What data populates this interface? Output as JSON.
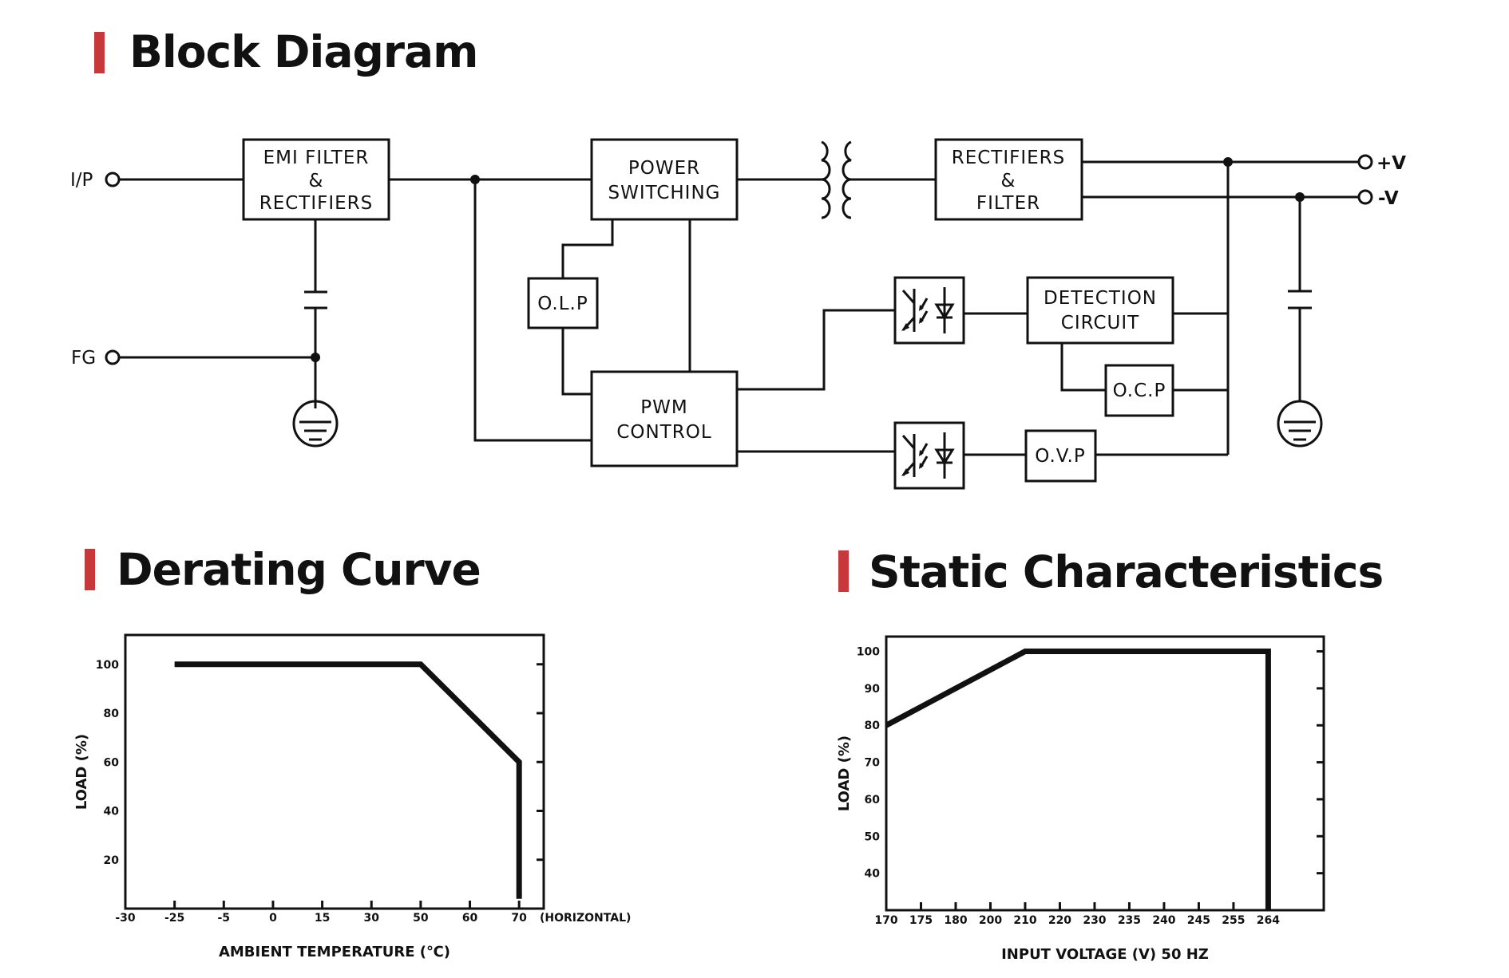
{
  "sections": {
    "block_diagram": {
      "title": "Block Diagram"
    },
    "derating": {
      "title": "Derating Curve"
    },
    "static": {
      "title": "Static Characteristics"
    }
  },
  "accent_color": "#c8383a",
  "diagram": {
    "terminals": {
      "input": "I/P",
      "frame_ground": "FG",
      "pos_out": "+V",
      "neg_out": "-V"
    },
    "blocks": {
      "emi": [
        "EMI FILTER",
        "&",
        "RECTIFIERS"
      ],
      "power_switching": [
        "POWER",
        "SWITCHING"
      ],
      "rect_filter": [
        "RECTIFIERS",
        "&",
        "FILTER"
      ],
      "olp": [
        "O.L.P"
      ],
      "pwm": [
        "PWM",
        "CONTROL"
      ],
      "detection": [
        "DETECTION",
        "CIRCUIT"
      ],
      "ocp": [
        "O.C.P"
      ],
      "ovp": [
        "O.V.P"
      ]
    },
    "symbols": [
      "transformer-icon",
      "optocoupler-icon",
      "capacitor-icon",
      "earth-ground-icon"
    ]
  },
  "chart_data": [
    {
      "type": "line",
      "title": "Derating Curve",
      "xlabel": "AMBIENT TEMPERATURE (℃)",
      "ylabel": "LOAD (%)",
      "x_note": "(HORIZONTAL)",
      "x_ticks": [
        "-30",
        "-25",
        "-5",
        "0",
        "15",
        "30",
        "50",
        "60",
        "70"
      ],
      "y_ticks": [
        "20",
        "40",
        "60",
        "80",
        "100"
      ],
      "ylim": [
        0,
        112
      ],
      "grid": false,
      "series": [
        {
          "name": "Load",
          "points": [
            {
              "x": "-25",
              "y": 100
            },
            {
              "x": "50",
              "y": 100
            },
            {
              "x": "70",
              "y": 60
            },
            {
              "x": "70",
              "y": 4
            }
          ]
        }
      ]
    },
    {
      "type": "line",
      "title": "Static Characteristics",
      "xlabel": "INPUT VOLTAGE (V) 50 HZ",
      "ylabel": "LOAD (%)",
      "x_ticks": [
        "170",
        "175",
        "180",
        "200",
        "210",
        "220",
        "230",
        "235",
        "240",
        "245",
        "255",
        "264"
      ],
      "y_ticks": [
        "40",
        "50",
        "60",
        "70",
        "80",
        "90",
        "100"
      ],
      "ylim": [
        30,
        104
      ],
      "grid": false,
      "series": [
        {
          "name": "Load",
          "points": [
            {
              "x": "170",
              "y": 80
            },
            {
              "x": "210",
              "y": 100
            },
            {
              "x": "264",
              "y": 100
            },
            {
              "x": "264",
              "y": 30
            }
          ]
        }
      ]
    }
  ]
}
